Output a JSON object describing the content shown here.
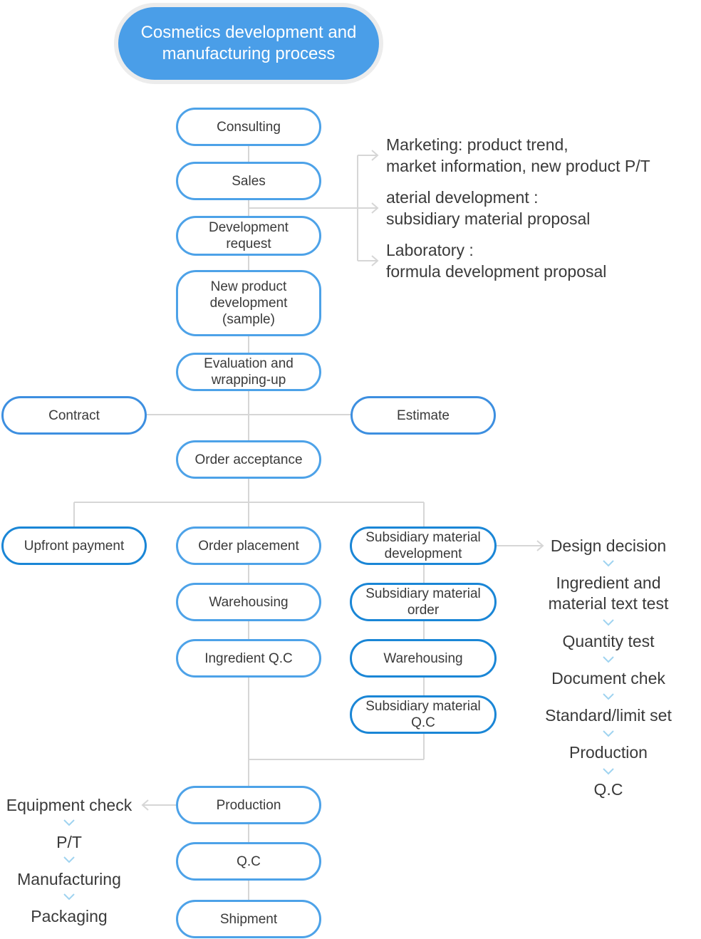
{
  "title": "Cosmetics development and manufacturing process",
  "colors": {
    "accent": "#4a9ee8",
    "border": "#4da2e8",
    "border_dark": "#1a86d6",
    "connector": "#d6d6d6",
    "chevron": "#9fd3f0"
  },
  "main_flow": {
    "consulting": "Consulting",
    "sales": "Sales",
    "development_request": "Development request",
    "new_product": "New product development (sample)",
    "evaluation": "Evaluation and wrapping-up",
    "contract": "Contract",
    "estimate": "Estimate",
    "order_acceptance": "Order acceptance",
    "upfront_payment": "Upfront payment",
    "order_placement": "Order placement",
    "warehousing": "Warehousing",
    "ingredient_qc": "Ingredient Q.C",
    "production": "Production",
    "qc": "Q.C",
    "shipment": "Shipment"
  },
  "subsidiary_flow": {
    "development": "Subsidiary material development",
    "order": "Subsidiary material order",
    "warehousing": "Warehousing",
    "qc": "Subsidiary material Q.C"
  },
  "dev_request_notes": [
    {
      "line1": "Marketing: product trend,",
      "line2": "market information, new product P/T"
    },
    {
      "line1": "aterial development :",
      "line2": "subsidiary material proposal"
    },
    {
      "line1": "Laboratory :",
      "line2": "formula development proposal"
    }
  ],
  "design_chain": [
    "Design decision",
    "Ingredient and material text test",
    "Quantity test",
    "Document chek",
    "Standard/limit set",
    "Production",
    "Q.C"
  ],
  "production_chain": [
    "Equipment check",
    "P/T",
    "Manufacturing",
    "Packaging"
  ]
}
